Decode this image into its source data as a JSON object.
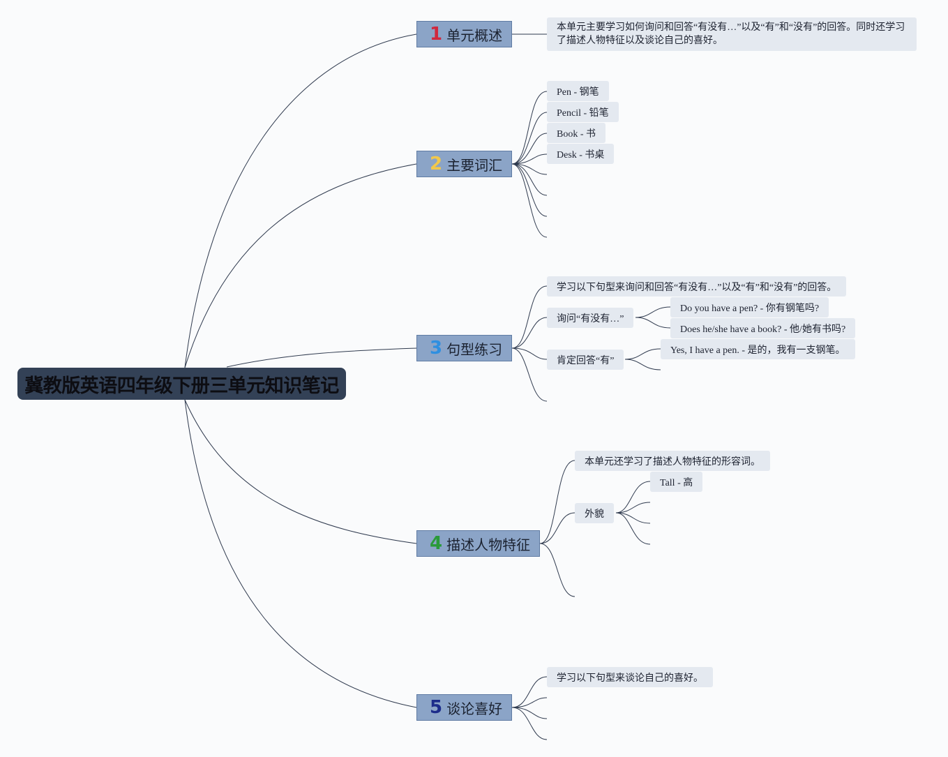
{
  "root": {
    "title": "冀教版英语四年级下册三单元知识笔记"
  },
  "branches": [
    {
      "num": "1",
      "num_color": "#d0283e",
      "label": "单元概述"
    },
    {
      "num": "2",
      "num_color": "#f2c84b",
      "label": "主要词汇"
    },
    {
      "num": "3",
      "num_color": "#2f8fe0",
      "label": "句型练习"
    },
    {
      "num": "4",
      "num_color": "#2a9a3a",
      "label": "描述人物特征"
    },
    {
      "num": "5",
      "num_color": "#1c2c8a",
      "label": "谈论喜好"
    }
  ],
  "overview": {
    "text": "本单元主要学习如何询问和回答“有没有…”以及“有”和“没有”的回答。同时还学习了描述人物特征以及谈论自己的喜好。"
  },
  "vocab": {
    "items": [
      "Pen - 钢笔",
      "Pencil - 铅笔",
      "Book - 书",
      "Desk - 书桌"
    ]
  },
  "sentences": {
    "intro": "学习以下句型来询问和回答“有没有…”以及“有”和“没有”的回答。",
    "ask_label": "询问“有没有…”",
    "ask_items": [
      "Do you have a pen? - 你有钢笔吗?",
      "Does he/she have a book? - 他/她有书吗?"
    ],
    "yes_label": "肯定回答“有”",
    "yes_items": [
      "Yes, I have a pen. - 是的，我有一支钢笔。"
    ]
  },
  "describe": {
    "intro": "本单元还学习了描述人物特征的形容词。",
    "appearance_label": "外貌",
    "appearance_items": [
      "Tall - 高"
    ]
  },
  "likes": {
    "intro": "学习以下句型来谈论自己的喜好。"
  }
}
